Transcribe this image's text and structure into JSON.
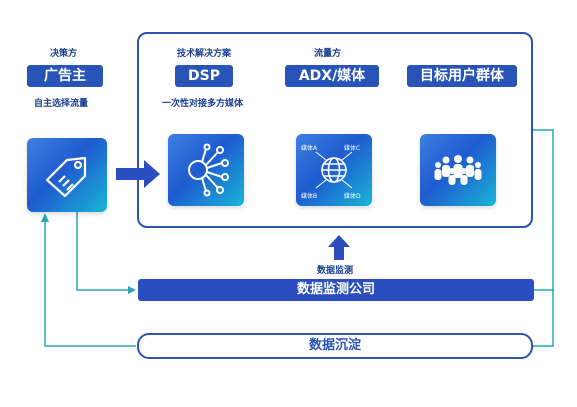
{
  "advertiser": {
    "role": "决策方",
    "name": "广告主",
    "desc": "自主选择流量",
    "icon": "price-tag-icon"
  },
  "dsp": {
    "role": "技术解决方案",
    "name": "DSP",
    "desc": "一次性对接多方媒体",
    "icon": "network-hub-icon"
  },
  "adx": {
    "role": "流量方",
    "name": "ADX/媒体",
    "icon": "globe-network-icon",
    "media_labels": [
      "媒体A",
      "媒体C",
      "媒体B",
      "媒体D"
    ]
  },
  "audience": {
    "name": "目标用户群体",
    "icon": "user-group-icon"
  },
  "monitoring": {
    "arrow_label": "数据监测",
    "company": "数据监测公司"
  },
  "deposition": {
    "label": "数据沉淀"
  },
  "colors": {
    "primary": "#2854b8",
    "frame": "#2c54b0",
    "connector": "#2aa6b8",
    "tile_start": "#3c7fe0",
    "tile_end": "#18b6d6"
  }
}
